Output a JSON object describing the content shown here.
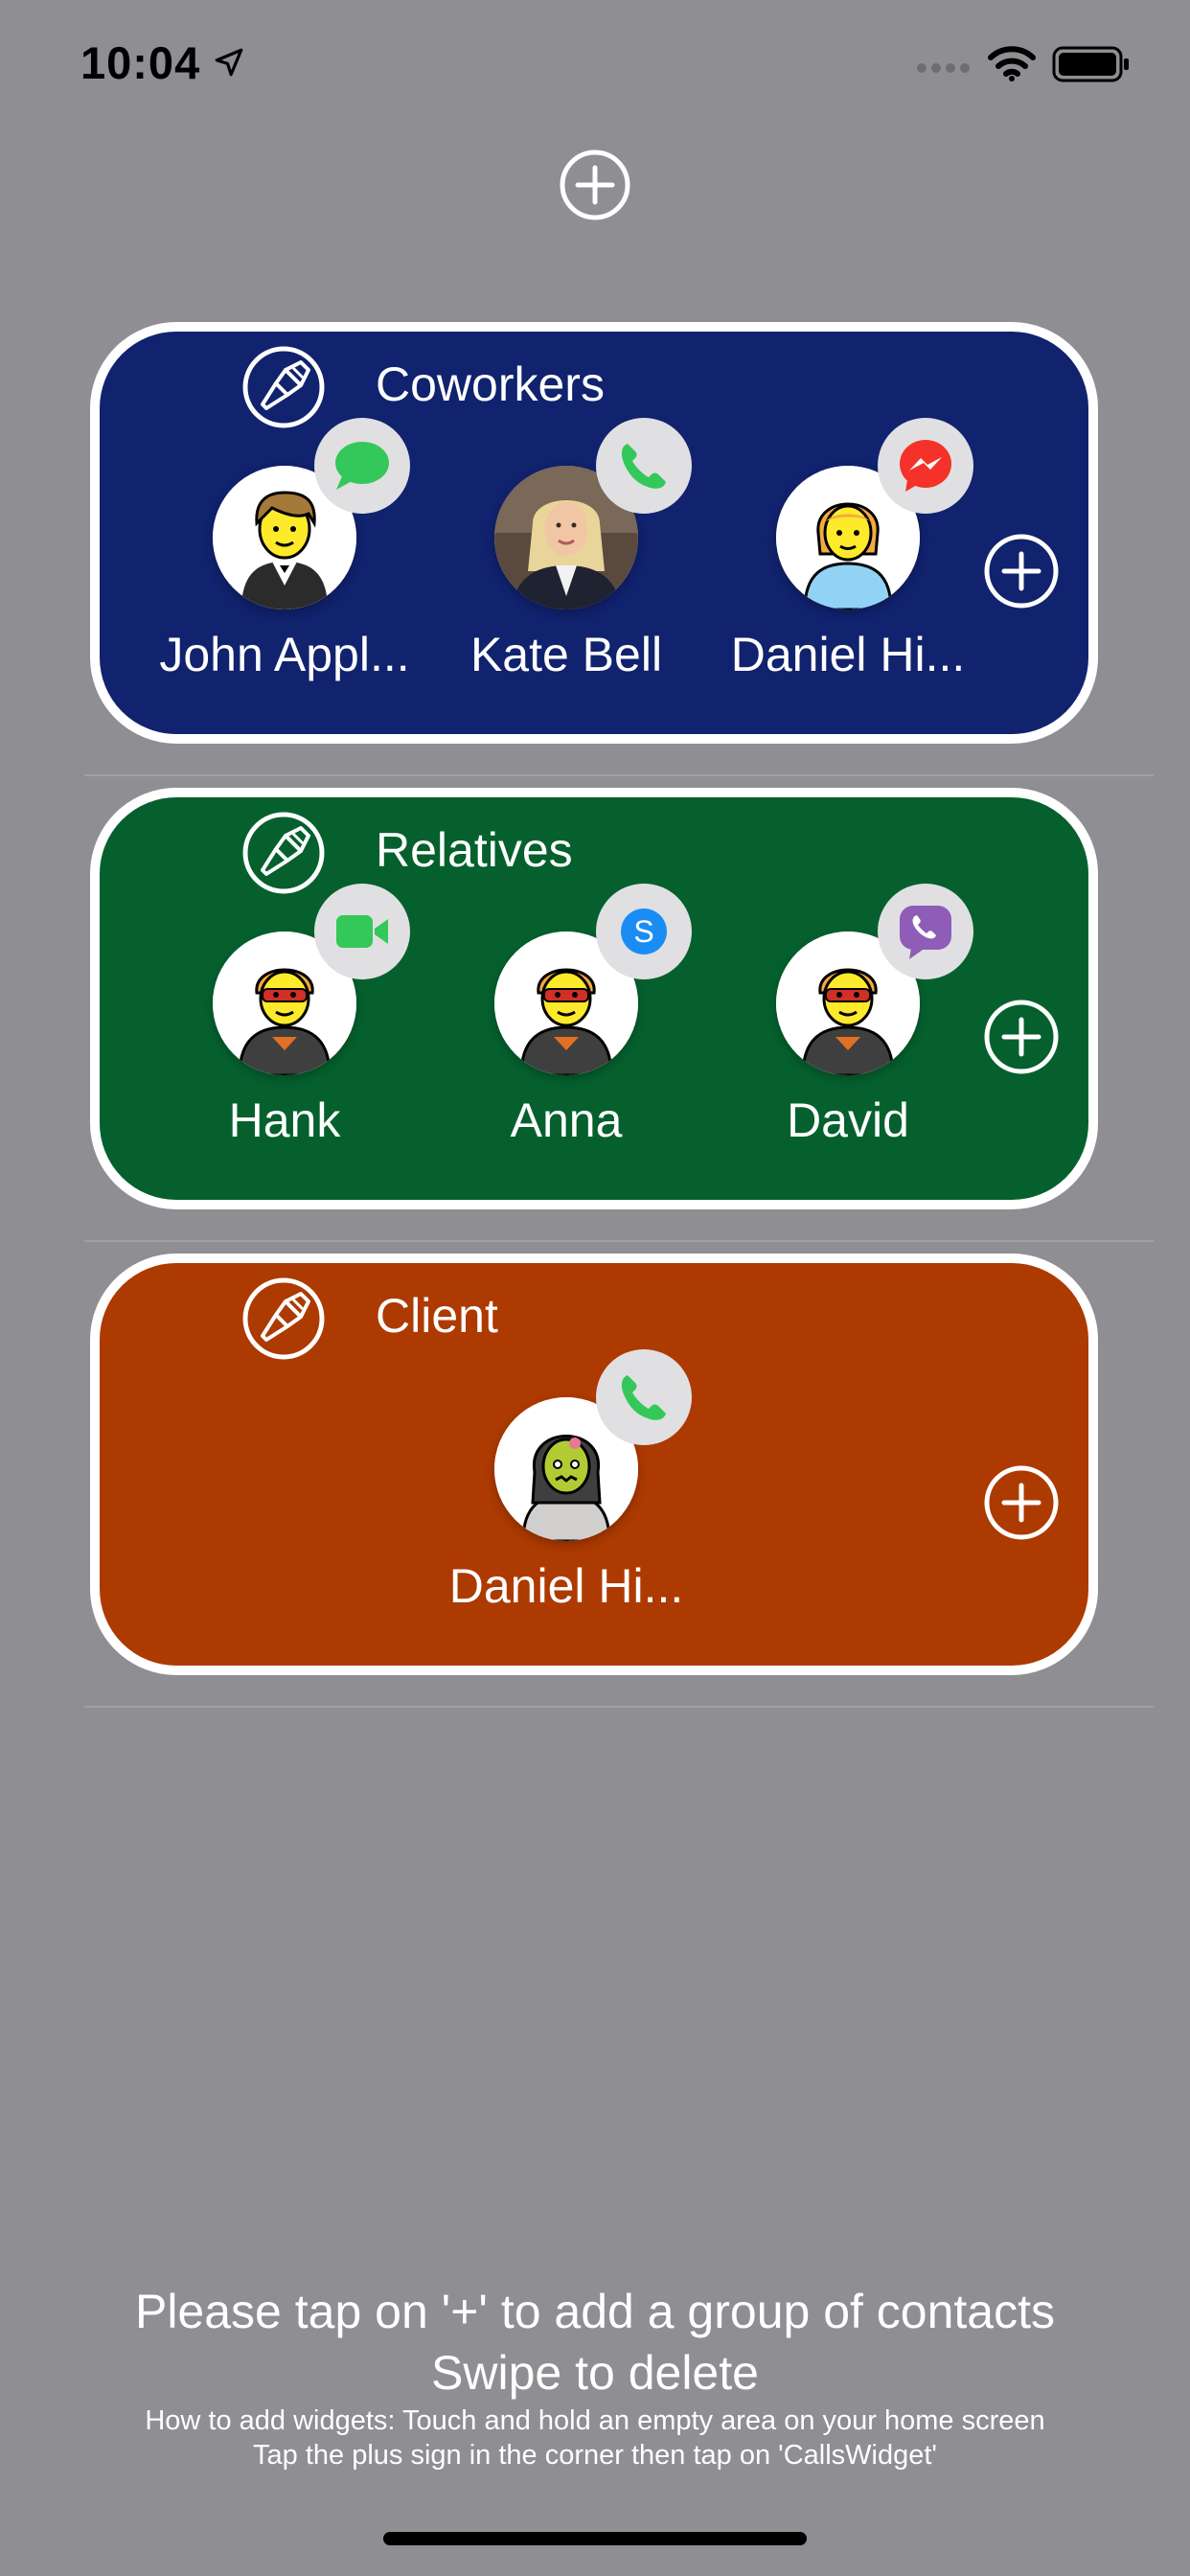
{
  "status": {
    "time": "10:04"
  },
  "groups": [
    {
      "title": "Coworkers",
      "color": "#11226e",
      "contacts": [
        {
          "name": "John Appl...",
          "avatar": "emoji-man-suit",
          "badge": "messages-icon"
        },
        {
          "name": "Kate Bell",
          "avatar": "photo-woman",
          "badge": "phone-icon"
        },
        {
          "name": "Daniel Hi...",
          "avatar": "emoji-person",
          "badge": "messenger-icon"
        }
      ]
    },
    {
      "title": "Relatives",
      "color": "#05602e",
      "contacts": [
        {
          "name": "Hank",
          "avatar": "emoji-superhero",
          "badge": "facetime-icon"
        },
        {
          "name": "Anna",
          "avatar": "emoji-superhero",
          "badge": "skype-icon"
        },
        {
          "name": "David",
          "avatar": "emoji-superhero",
          "badge": "viber-icon"
        }
      ]
    },
    {
      "title": "Client",
      "color": "#ad3a00",
      "contacts": [
        {
          "name": "Daniel Hi...",
          "avatar": "emoji-zombie",
          "badge": "phone-icon"
        }
      ]
    }
  ],
  "footer": {
    "line1": "Please tap on '+' to add a group of contacts",
    "line2": "Swipe to delete",
    "line3": "How to add widgets: Touch and hold an empty area on your home screen",
    "line4": "Tap the plus sign in the corner then tap on 'CallsWidget'"
  }
}
